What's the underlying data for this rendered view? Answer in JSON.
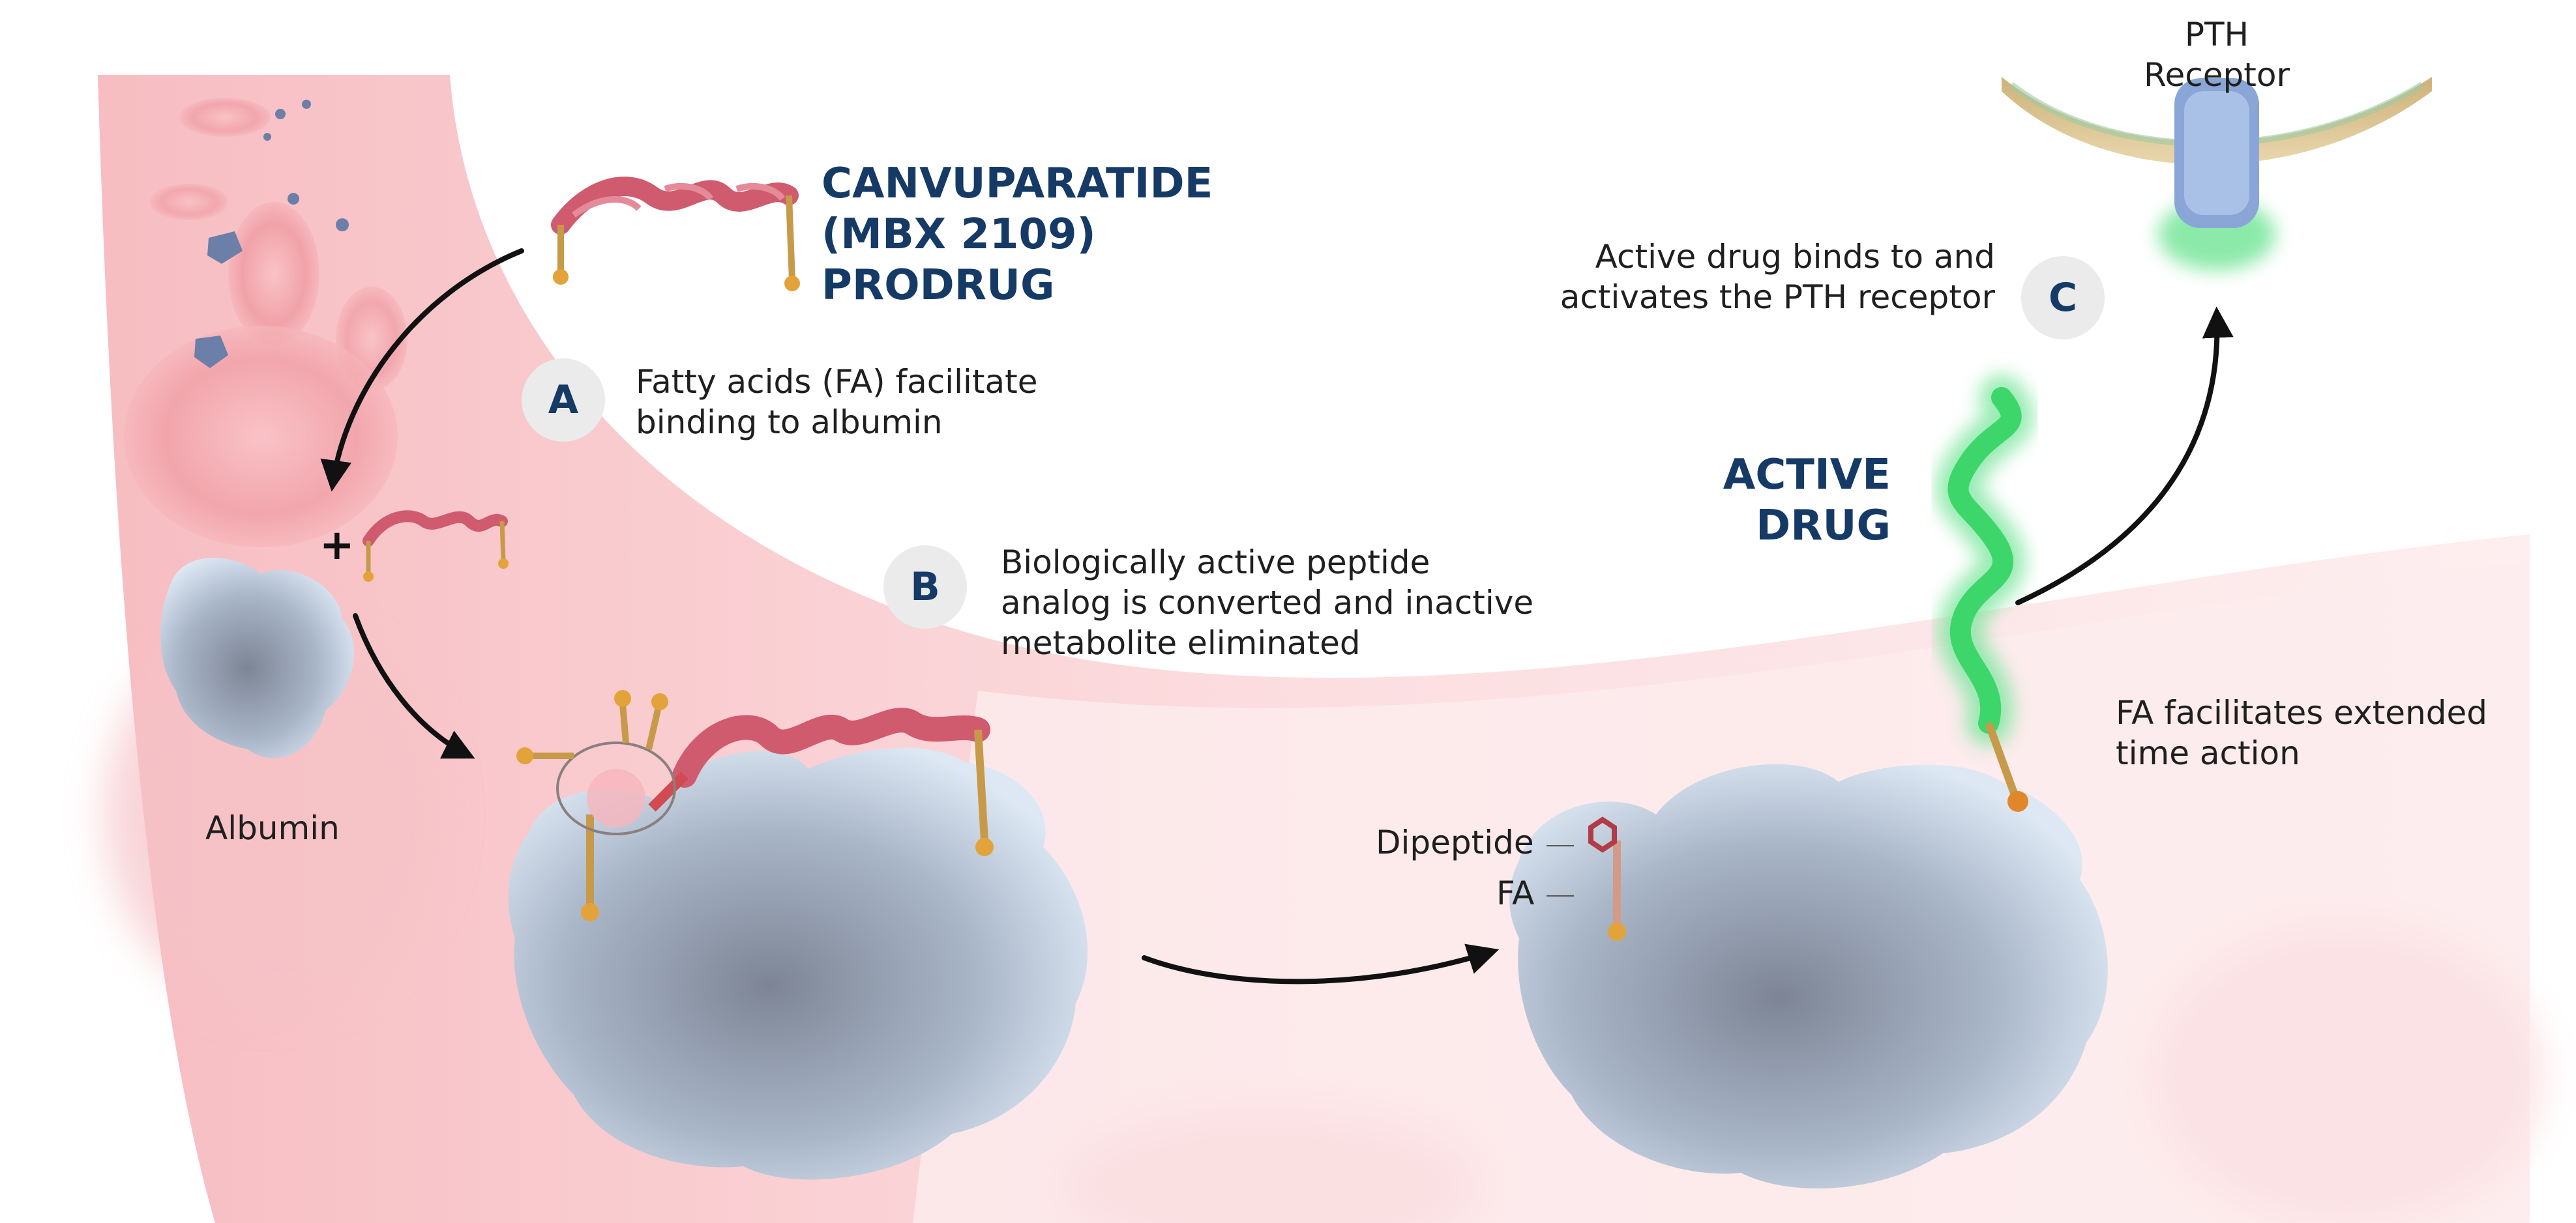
{
  "prodrug_title": "CANVUPARATIDE\n(MBX 2109)\nPRODRUG",
  "active_drug_title": "ACTIVE\nDRUG",
  "steps": [
    {
      "letter": "A",
      "text": "Fatty acids (FA) facilitate\nbinding to albumin"
    },
    {
      "letter": "B",
      "text": "Biologically active peptide\nanalog is converted and inactive\nmetabolite eliminated"
    },
    {
      "letter": "C",
      "text": "Active drug binds to and\nactivates the PTH receptor"
    }
  ],
  "labels": {
    "plus": "+",
    "albumin": "Albumin",
    "receptor": "PTH\nReceptor",
    "dipeptide": "Dipeptide",
    "fa": "FA",
    "extended": "FA facilitates extended\ntime action"
  },
  "colors": {
    "title_navy": "#163a66",
    "helix_red": "#d05a6e",
    "helix_green": "#3dd66a",
    "vessel_pink": "#f7b8bd",
    "albumin_blue": "#b9cde4"
  }
}
